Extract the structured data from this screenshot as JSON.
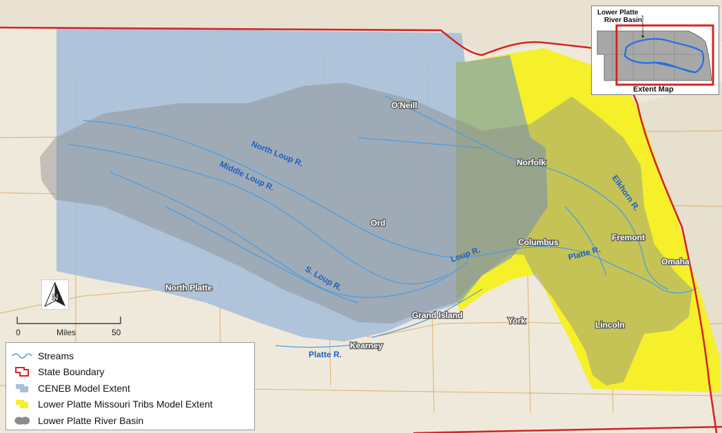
{
  "colors": {
    "basemap": "#efe9dc",
    "ceneb_fill": "#a9bfd9",
    "lower_platte_fill": "#f5f02a",
    "basin_fill": "#8c8c8c",
    "state_boundary": "#d42424",
    "streams": "#4a9de0",
    "road": "#d9b26a"
  },
  "rivers": [
    {
      "label": "North Loup R."
    },
    {
      "label": "Middle Loup R."
    },
    {
      "label": "S. Loup R."
    },
    {
      "label": "Loup R."
    },
    {
      "label": "Platte R."
    },
    {
      "label": "Platte R."
    },
    {
      "label": "Elkhorn R."
    }
  ],
  "cities": [
    {
      "label": "O'Neill"
    },
    {
      "label": "Norfolk"
    },
    {
      "label": "Ord"
    },
    {
      "label": "Columbus"
    },
    {
      "label": "Fremont"
    },
    {
      "label": "Omaha"
    },
    {
      "label": "North Platte"
    },
    {
      "label": "Grand Island"
    },
    {
      "label": "York"
    },
    {
      "label": "Lincoln"
    },
    {
      "label": "Kearney"
    }
  ],
  "scale_bar": {
    "min": "0",
    "unit": "Miles",
    "max": "50"
  },
  "north_arrow": {
    "letter": "N",
    "icon": "north-arrow-icon"
  },
  "inset": {
    "basin_label_line1": "Lower Platte",
    "basin_label_line2": "River Basin",
    "title": "Extent Map"
  },
  "legend": {
    "items": [
      {
        "label": "Streams",
        "icon": "stream-line-icon"
      },
      {
        "label": "State Boundary",
        "icon": "state-boundary-icon"
      },
      {
        "label": "CENEB Model Extent",
        "icon": "ceneb-extent-icon"
      },
      {
        "label": "Lower Platte Missouri Tribs Model Extent",
        "icon": "lower-platte-extent-icon"
      },
      {
        "label": "Lower Platte River Basin",
        "icon": "river-basin-icon"
      }
    ]
  }
}
